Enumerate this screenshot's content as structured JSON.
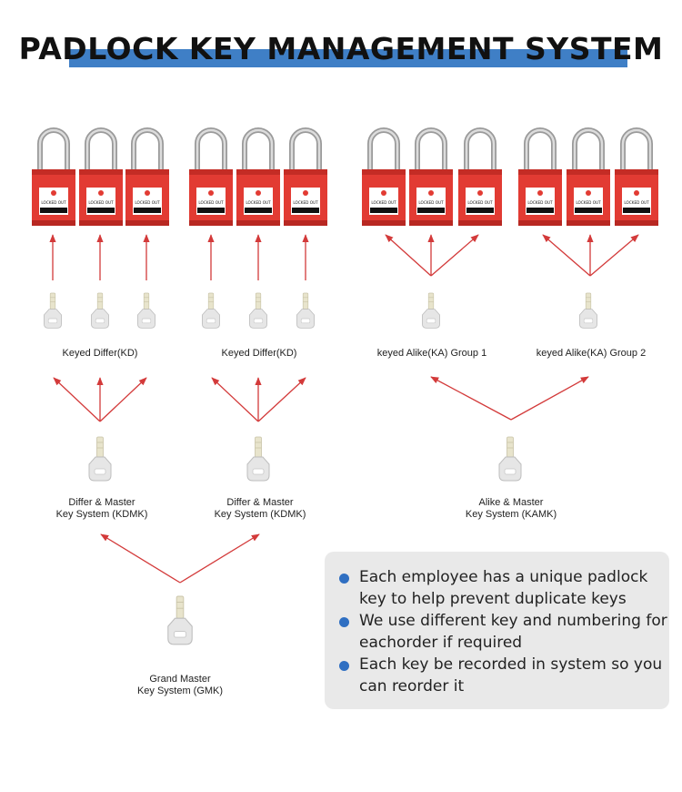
{
  "title": "PADLOCK KEY MANAGEMENT SYSTEM",
  "colors": {
    "lock_body": "#e23b33",
    "arrow": "#d33a3a",
    "title_bar": "#3f7fc6",
    "bullet": "#2f6fc2",
    "info_bg": "#e9e9e9"
  },
  "icons": {
    "padlock": "padlock-icon",
    "key": "key-icon"
  },
  "padlock_tag": "LOCKED OUT",
  "labels": {
    "kd_1": "Keyed Differ(KD)",
    "kd_2": "Keyed Differ(KD)",
    "ka_1": "keyed Alike(KA) Group 1",
    "ka_2": "keyed Alike(KA) Group 2",
    "kdmk_1_line1": "Differ & Master",
    "kdmk_1_line2": "Key System (KDMK)",
    "kdmk_2_line1": "Differ & Master",
    "kdmk_2_line2": "Key System (KDMK)",
    "kamk_line1": "Alike & Master",
    "kamk_line2": "Key System (KAMK)",
    "gmk_line1": "Grand Master",
    "gmk_line2": "Key System (GMK)"
  },
  "bullets": [
    "Each employee has a unique padlock key to help prevent duplicate keys",
    "We use different key and numbering for eachorder if required",
    "Each key be recorded in  system so you can reorder it"
  ]
}
